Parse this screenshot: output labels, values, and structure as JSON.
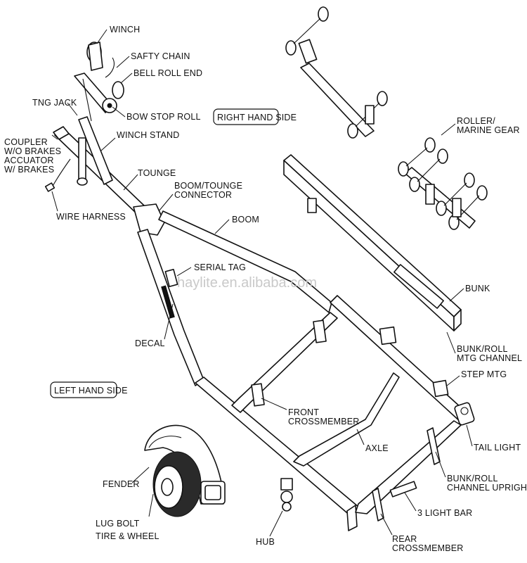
{
  "sections": {
    "right_hand_side": "RIGHT HAND SIDE",
    "left_hand_side": "LEFT HAND SIDE"
  },
  "labels": {
    "winch": "WINCH",
    "safety_chain": "SAFTY CHAIN",
    "bell_roll_end": "BELL ROLL END",
    "tng_jack": "TNG JACK",
    "bow_stop_roll": "BOW STOP ROLL",
    "coupler_1": "COUPLER",
    "coupler_2": "W/O BRAKES",
    "coupler_3": "ACCUATOR",
    "coupler_4": "W/ BRAKES",
    "winch_stand": "WINCH STAND",
    "tounge": "TOUNGE",
    "boom_connector_1": "BOOM/TOUNGE",
    "boom_connector_2": "CONNECTOR",
    "wire_harness": "WIRE HARNESS",
    "boom": "BOOM",
    "roller_1": "ROLLER/",
    "roller_2": "MARINE GEAR",
    "serial_tag": "SERIAL TAG",
    "bunk": "BUNK",
    "decal": "DECAL",
    "bunk_roll_mtg_1": "BUNK/ROLL",
    "bunk_roll_mtg_2": "MTG CHANNEL",
    "step_mtg": "STEP MTG",
    "front_crossmember_1": "FRONT",
    "front_crossmember_2": "CROSSMEMBER",
    "axle": "AXLE",
    "tail_light": "TAIL LIGHT",
    "fender": "FENDER",
    "bunk_upright_1": "BUNK/ROLL",
    "bunk_upright_2": "CHANNEL UPRIGHT",
    "lug_bolt_1": "LUG BOLT",
    "lug_bolt_2": "TIRE & WHEEL",
    "light_bar": "3 LIGHT BAR",
    "hub": "HUB",
    "rear_crossmember_1": "REAR",
    "rear_crossmember_2": "CROSSMEMBER"
  },
  "watermark": "haylite.en.alibaba.com"
}
